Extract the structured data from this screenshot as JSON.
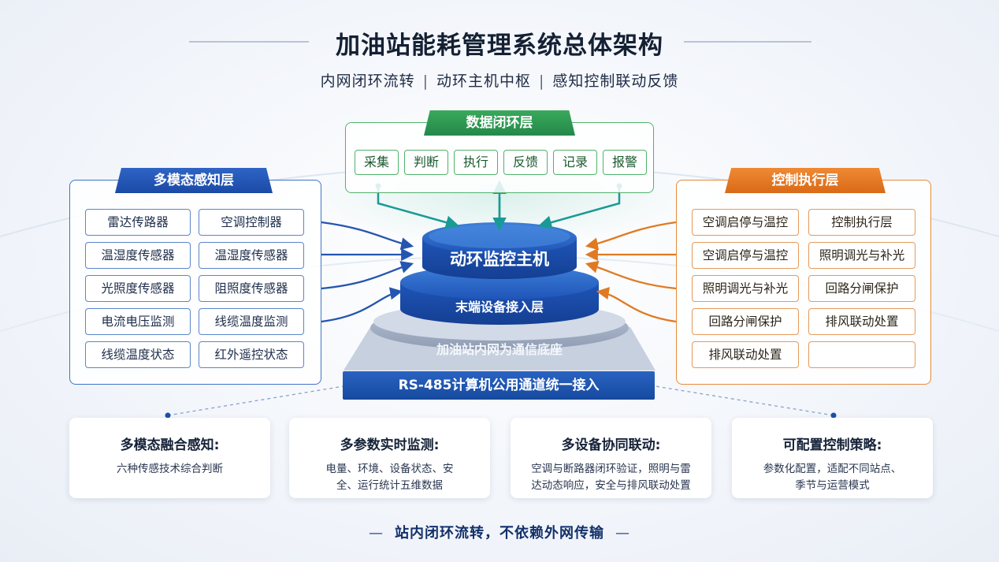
{
  "header": {
    "title": "加油站能耗管理系统总体架构",
    "subtitle_parts": [
      "内网闭环流转",
      "动环主机中枢",
      "感知控制联动反馈"
    ],
    "separator": "|"
  },
  "data_loop_layer": {
    "title": "数据闭环层",
    "items": [
      "采集",
      "判断",
      "执行",
      "反馈",
      "记录",
      "报警"
    ]
  },
  "perception_layer": {
    "title": "多模态感知层",
    "items": [
      "雷达传路器",
      "空调控制器",
      "温湿度传感器",
      "温湿度传感器",
      "光照度传感器",
      "阻照度传感器",
      "电流电压监测",
      "线缆温度监测",
      "线缆温度状态",
      "红外遥控状态"
    ]
  },
  "control_layer": {
    "title": "控制执行层",
    "items": [
      "空调启停与温控",
      "控制执行层",
      "空调启停与温控",
      "照明调光与补光",
      "照明调光与补光",
      "回路分闸保护",
      "回路分闸保护",
      "排风联动处置",
      "排风联动处置",
      ""
    ]
  },
  "core": {
    "host": "动环监控主机",
    "terminal": "末端设备接入层",
    "base": "加油站内网为通信底座",
    "bus": "RS-485计算机公用通道统一接入"
  },
  "features": [
    {
      "title": "多模态融合感知:",
      "lines": [
        "六种传感技术综合判断"
      ]
    },
    {
      "title": "多参数实时监测:",
      "lines": [
        "电量、环境、设备状态、安",
        "全、运行统计五维数据"
      ]
    },
    {
      "title": "多设备协同联动:",
      "lines": [
        "空调与断路器闭环验证，照明与雷",
        "达动态响应，安全与排风联动处置"
      ]
    },
    {
      "title": "可配置控制策略:",
      "lines": [
        "参数化配置，适配不同站点、",
        "季节与运营模式"
      ]
    }
  ],
  "footer": {
    "text": "站内闭环流转，不依赖外网传输",
    "dash": "—"
  },
  "colors": {
    "blue": "#1a4aa6",
    "green": "#23894a",
    "orange": "#e07a22",
    "teal": "#1a9a96"
  }
}
